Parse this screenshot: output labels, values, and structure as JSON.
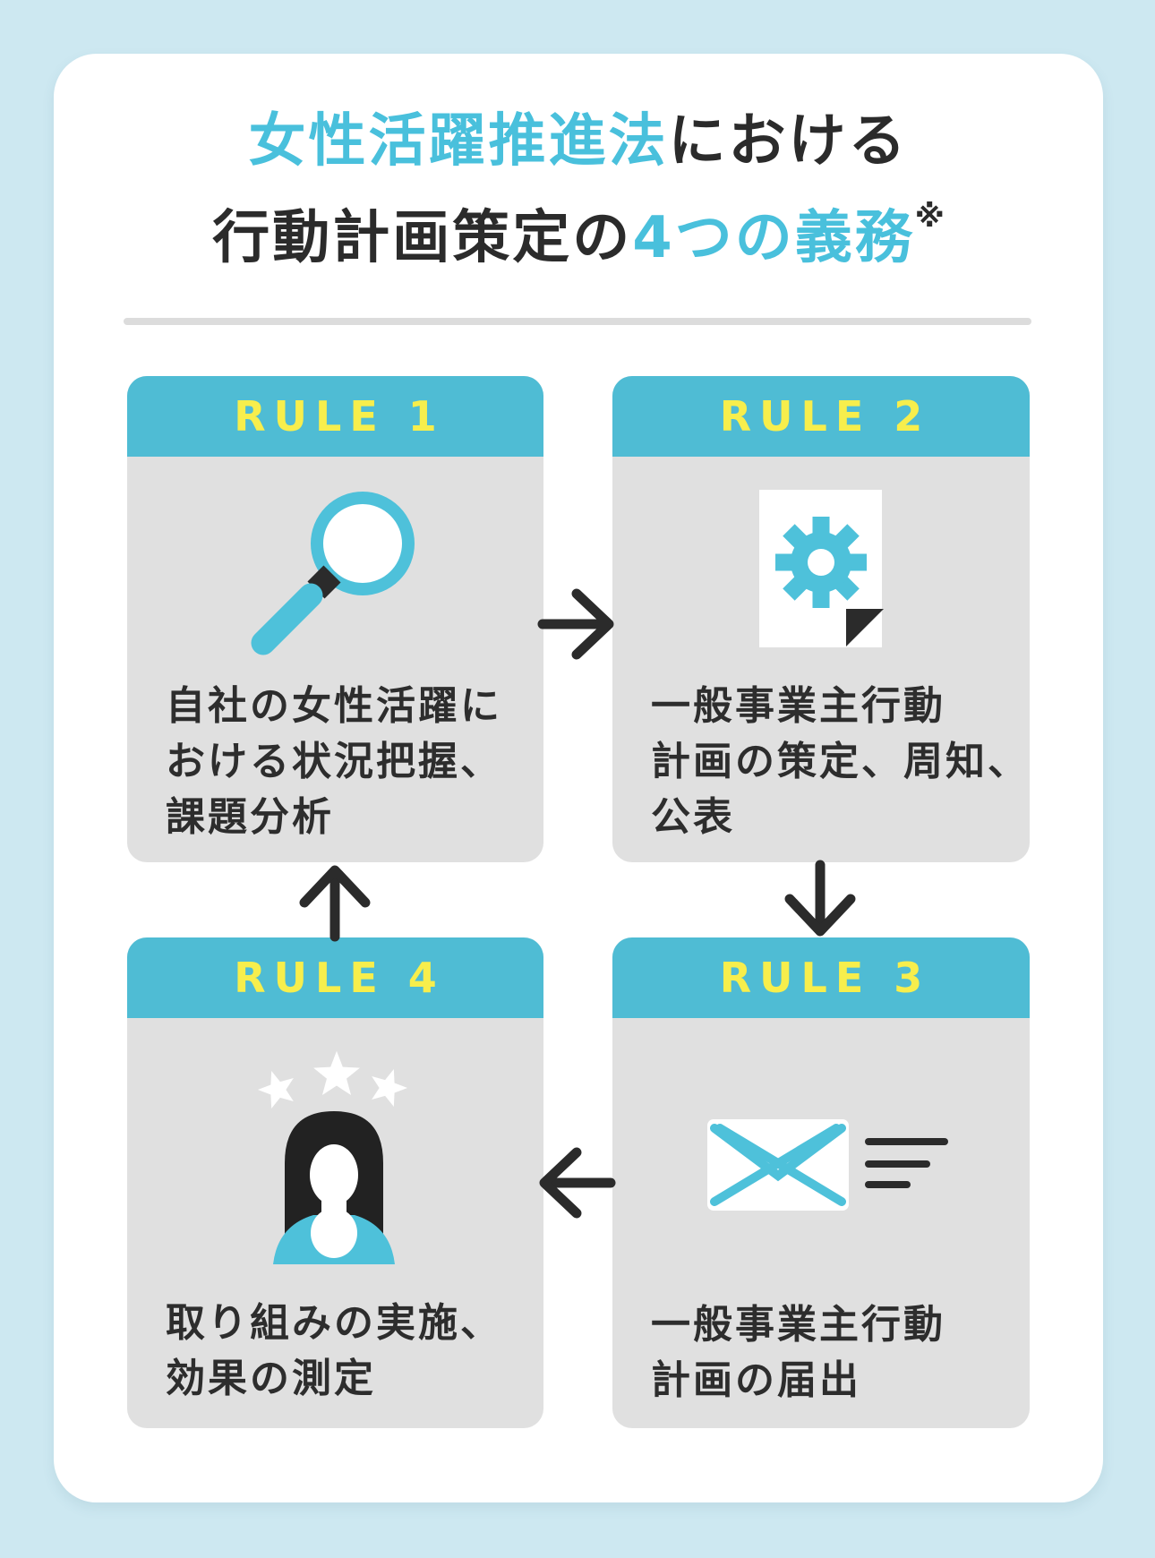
{
  "title": {
    "line1_accent": "女性活躍推進法",
    "line1_rest": "における",
    "line2_plain": "行動計画策定の",
    "line2_accent": "4つの義務",
    "note_mark": "※"
  },
  "rules": [
    {
      "label": "RULE 1",
      "icon": "magnifier-icon",
      "lines": [
        "自社の女性活躍に",
        "おける状況把握、",
        "課題分析"
      ]
    },
    {
      "label": "RULE 2",
      "icon": "document-gear-icon",
      "lines": [
        "一般事業主行動",
        "計画の策定、周知、",
        "公表"
      ]
    },
    {
      "label": "RULE 3",
      "icon": "envelope-icon",
      "lines": [
        "一般事業主行動",
        "計画の届出"
      ]
    },
    {
      "label": "RULE 4",
      "icon": "woman-stars-icon",
      "lines": [
        "取り組みの実施、",
        "効果の測定"
      ]
    }
  ],
  "flow": {
    "arrows": [
      "rule1-to-rule2-right",
      "rule2-to-rule3-down",
      "rule3-to-rule4-left",
      "rule4-to-rule1-up"
    ]
  },
  "colors": {
    "background": "#cde8f1",
    "card": "#ffffff",
    "header_teal": "#4fbcd4",
    "accent_teal": "#49c0dc",
    "icon_teal": "#4ec1da",
    "rule_label_yellow": "#f7ee4c",
    "panel_gray": "#e0e0e0",
    "text_dark": "#2b2b2b",
    "divider_gray": "#dcdcdc"
  }
}
